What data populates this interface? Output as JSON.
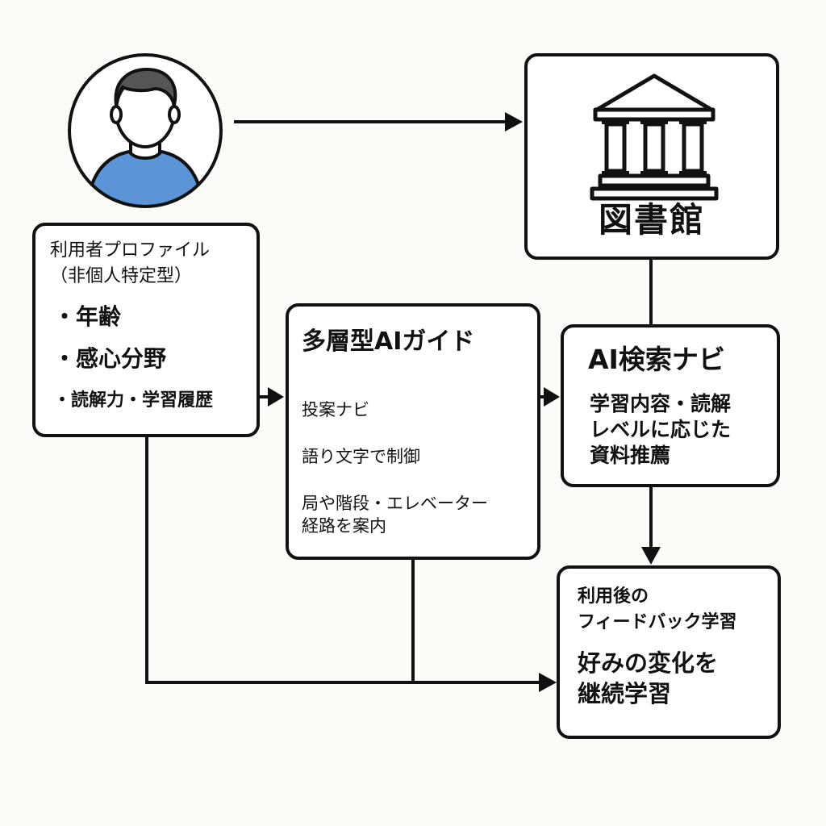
{
  "user": {
    "icon": "user-avatar-icon",
    "shirt_color": "#5b95d8",
    "hair_color": "#555555"
  },
  "profile": {
    "title_line1": "利用者プロファイル",
    "title_line2": "（非個人特定型）",
    "items": [
      "・年齢",
      "・感心分野",
      "・読解力・学習履歴"
    ]
  },
  "guide": {
    "title": "多層型AIガイド",
    "items": [
      "投案ナビ",
      "語り文字で制御",
      "局や階段・エレベーター",
      "経路を案内"
    ]
  },
  "library": {
    "icon": "library-building-icon",
    "label": "図書館"
  },
  "ai_search": {
    "title": "AI検索ナビ",
    "desc_lines": [
      "学習内容・読解",
      "レベルに応じた",
      "資料推薦"
    ]
  },
  "feedback": {
    "title_lines": [
      "利用後の",
      "フィードバック学習"
    ],
    "desc_lines": [
      "好みの変化を",
      "継続学習"
    ]
  }
}
